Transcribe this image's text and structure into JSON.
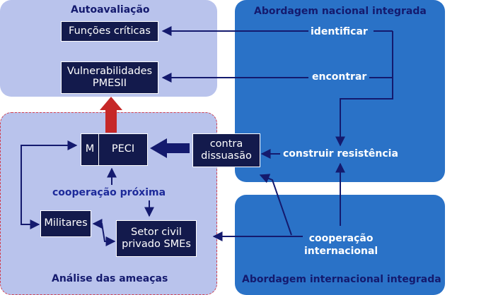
{
  "panels": {
    "self_assessment": "Autoavaliação",
    "threat_analysis": "Análise das ameaças",
    "national": "Abordagem nacional integrada",
    "international": "Abordagem internacional integrada"
  },
  "boxes": {
    "critical_functions": "Funções críticas",
    "vulnerabilities_line1": "Vulnerabilidades",
    "vulnerabilities_line2": "PMESII",
    "m": "M",
    "peci": "PECI",
    "counter_line1": "contra",
    "counter_line2": "dissuasão",
    "military": "Militares",
    "civil_line1": "Setor civil",
    "civil_line2": "privado SMEs"
  },
  "labels": {
    "identify": "identificar",
    "find": "encontrar",
    "build_resilience": "construir resistência",
    "intl_coop_line1": "cooperação",
    "intl_coop_line2": "internacional",
    "close_coop": "cooperação próxima"
  },
  "colors": {
    "light_panel": "#b9c3ec",
    "blue_panel": "#2a72c7",
    "box_fill": "#131a4c",
    "arrow": "#141a6e",
    "red_arrow": "#c62828"
  }
}
